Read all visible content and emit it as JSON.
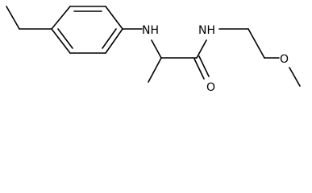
{
  "molecule": {
    "atom_labels": {
      "amine": "NH",
      "amide": "NH",
      "carbonyl_oxygen": "O",
      "ether_oxygen": "O"
    }
  }
}
